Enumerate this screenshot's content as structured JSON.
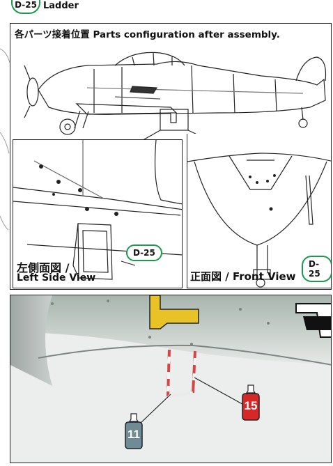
{
  "top_badge": {
    "code": "D-25",
    "name": "Ladder"
  },
  "panel": {
    "title_jp": "各パーツ接着位置",
    "title_en": "Parts configuration after assembly."
  },
  "left_view": {
    "label_jp": "左側面図 /",
    "label_en": "Left Side View",
    "part": "D-25"
  },
  "front_view": {
    "label_jp": "正面図 /",
    "label_en": "Front View",
    "part": "D-25"
  },
  "paints": [
    {
      "number": "11",
      "color": "#6e8b96"
    },
    {
      "number": "15",
      "color": "#d62828"
    }
  ]
}
